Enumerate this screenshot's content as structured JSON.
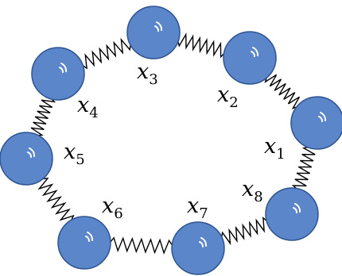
{
  "colors": {
    "ball_fill": "#5b86c9",
    "ball_stroke": "#2e5491",
    "highlight": "#ffffff",
    "spring": "#000000",
    "label": "#000000"
  },
  "icons": {
    "ball": "blue-sphere-icon",
    "spring": "zigzag-spring-icon"
  },
  "labels": [
    {
      "base": "x",
      "sub": "1"
    },
    {
      "base": "x",
      "sub": "2"
    },
    {
      "base": "x",
      "sub": "3"
    },
    {
      "base": "x",
      "sub": "4"
    },
    {
      "base": "x",
      "sub": "5"
    },
    {
      "base": "x",
      "sub": "6"
    },
    {
      "base": "x",
      "sub": "7"
    },
    {
      "base": "x",
      "sub": "8"
    }
  ]
}
